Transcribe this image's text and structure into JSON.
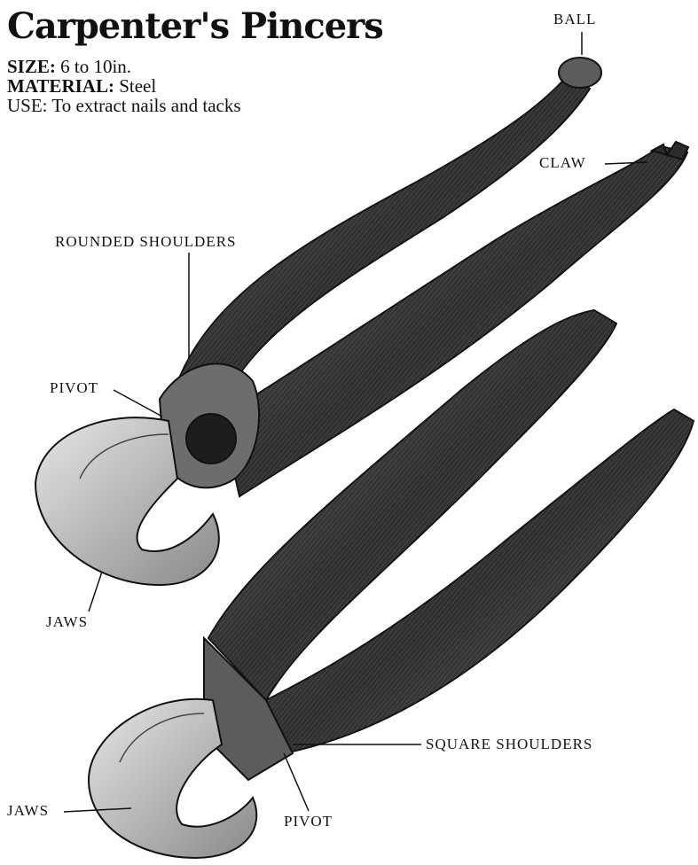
{
  "title": "Carpenter's Pincers",
  "specs": {
    "size_key": "SIZE:",
    "size_val": "6 to 10in.",
    "material_key": "MATERIAL:",
    "material_val": "Steel",
    "use_key": "USE:",
    "use_val": "To extract nails and tacks"
  },
  "labels": {
    "ball": "BALL",
    "claw": "CLAW",
    "rounded_shoulders": "ROUNDED SHOULDERS",
    "pivot_top": "PIVOT",
    "jaws_top": "JAWS",
    "square_shoulders": "SQUARE SHOULDERS",
    "jaws_bottom": "JAWS",
    "pivot_bottom": "PIVOT"
  },
  "colors": {
    "ink": "#111111",
    "steel_dark": "#3a3a3a",
    "steel_mid": "#6b6b6b",
    "steel_light": "#c8c8c8"
  }
}
